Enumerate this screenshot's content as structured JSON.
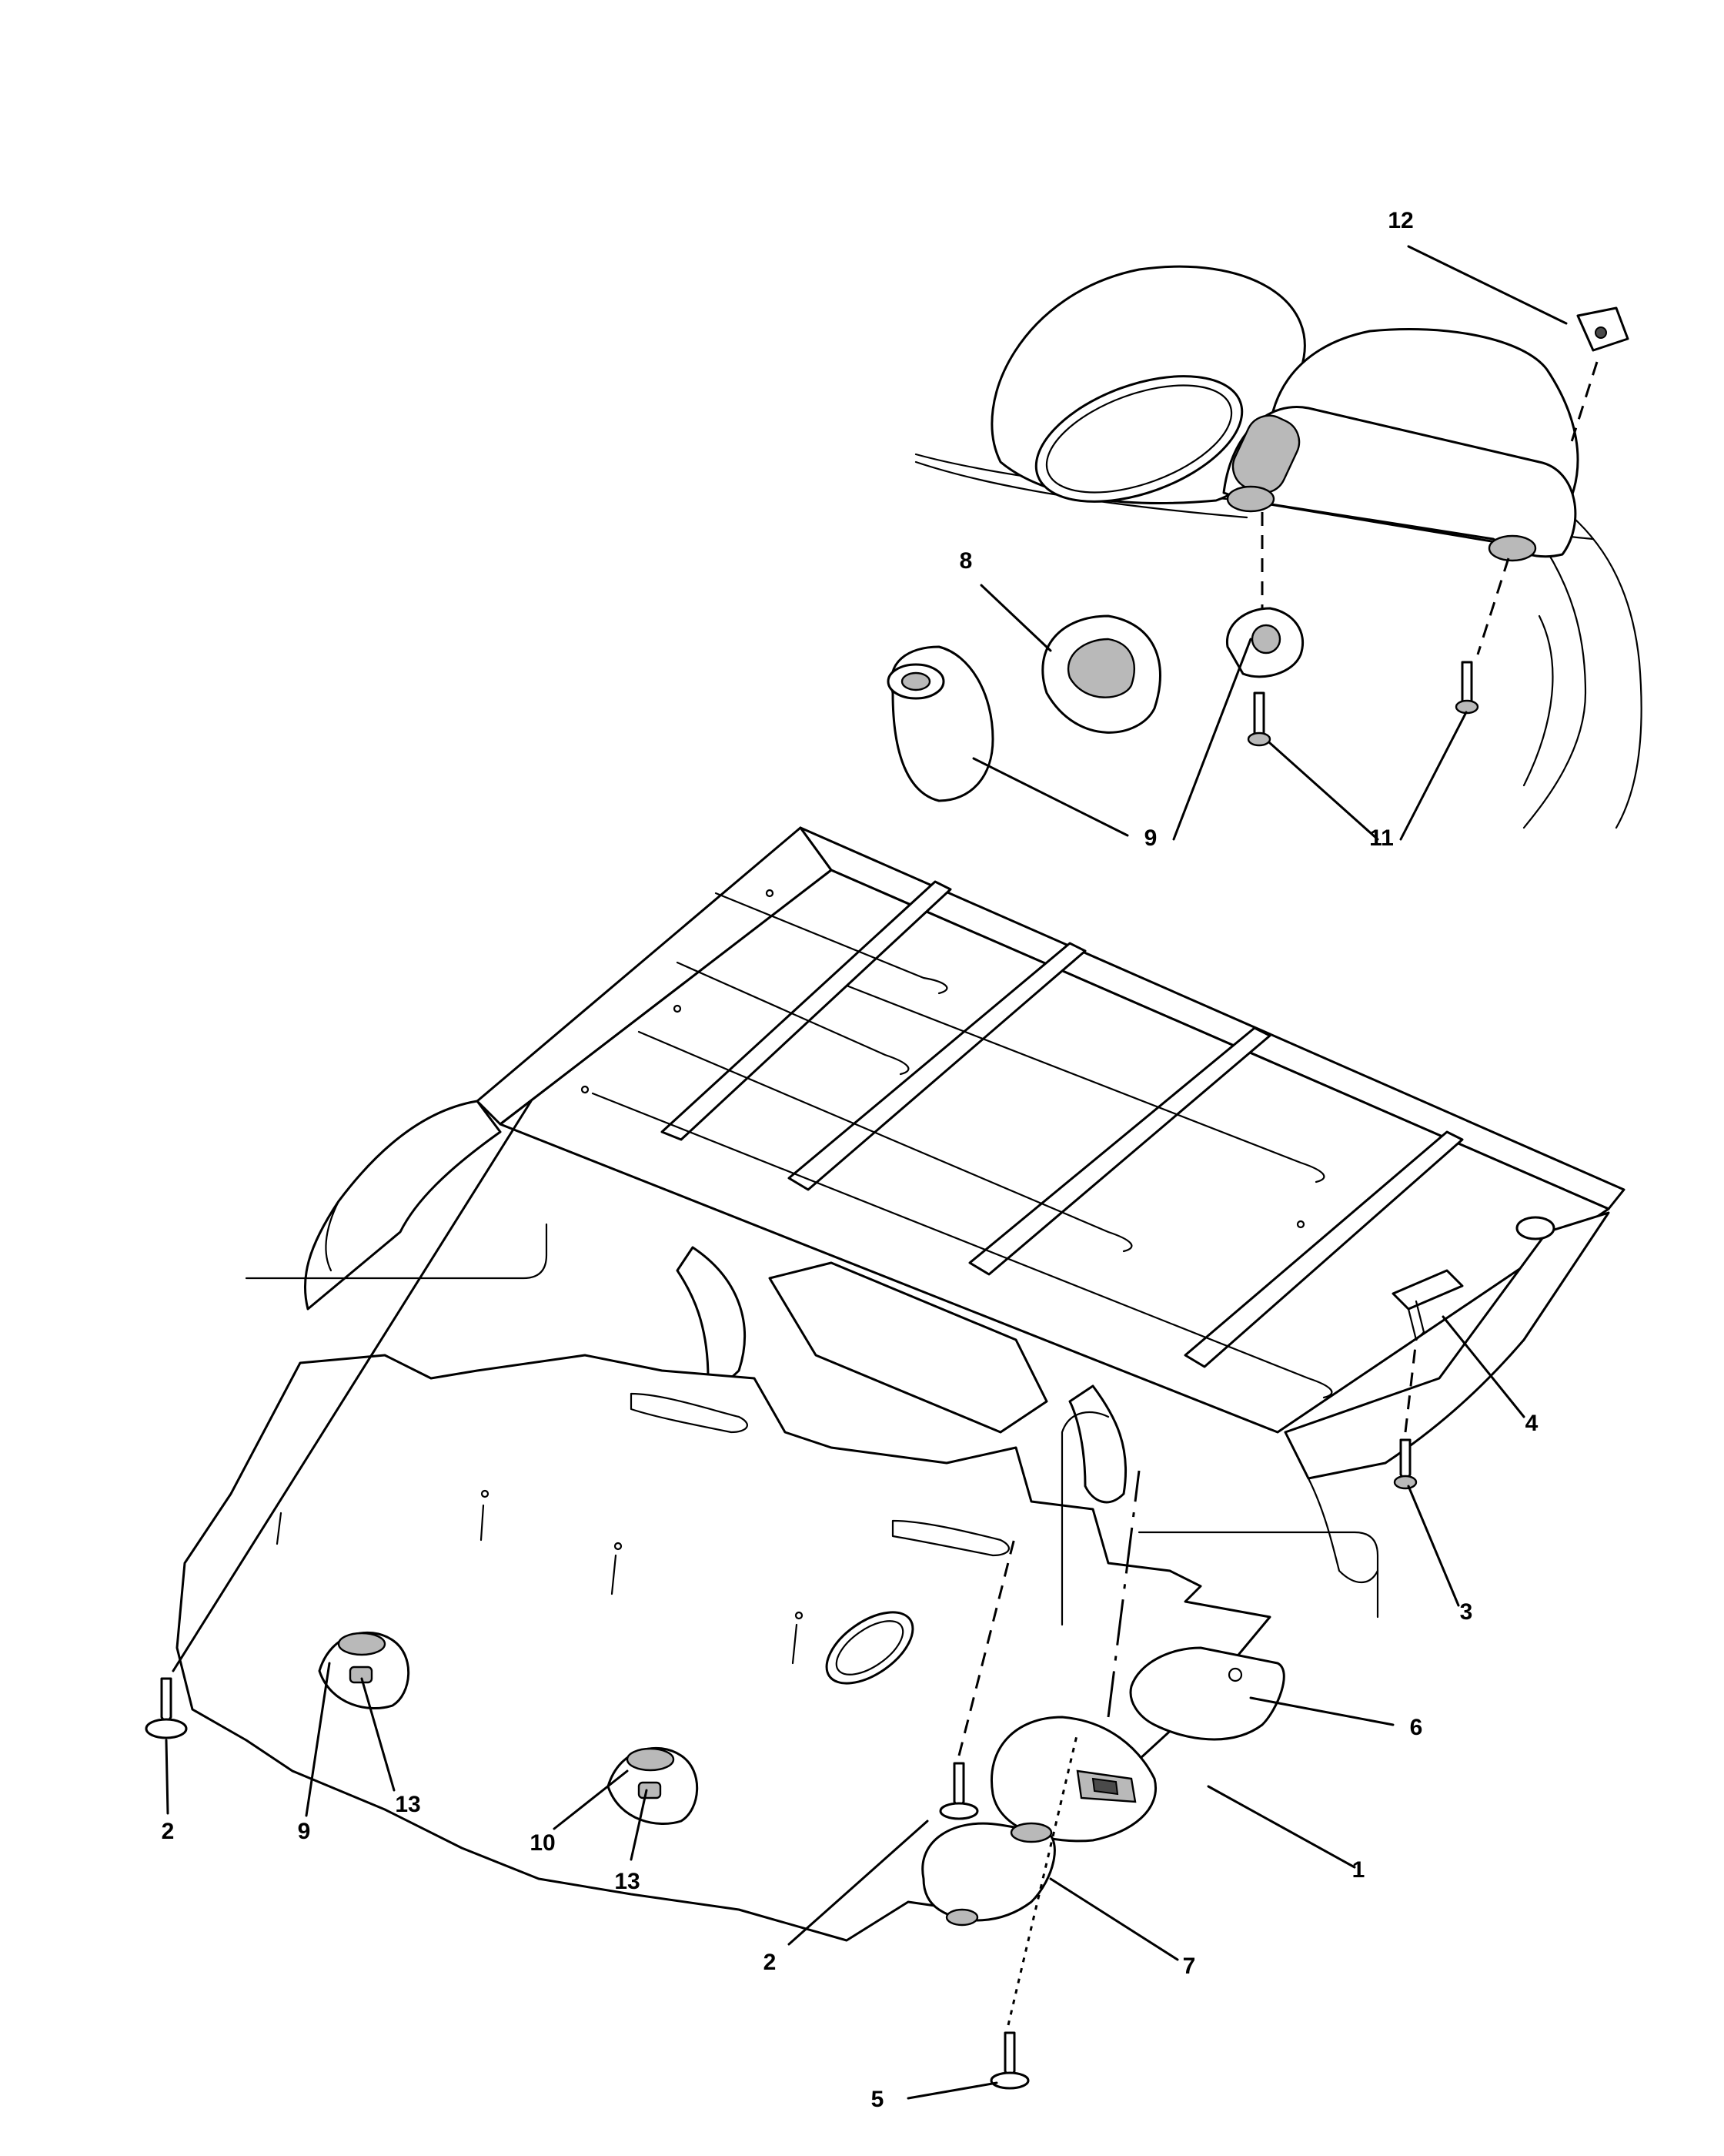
{
  "callouts": [
    {
      "id": "1",
      "label": "1"
    },
    {
      "id": "2a",
      "label": "2"
    },
    {
      "id": "2b",
      "label": "2"
    },
    {
      "id": "3",
      "label": "3"
    },
    {
      "id": "4",
      "label": "4"
    },
    {
      "id": "5",
      "label": "5"
    },
    {
      "id": "6",
      "label": "6"
    },
    {
      "id": "7",
      "label": "7"
    },
    {
      "id": "8",
      "label": "8"
    },
    {
      "id": "9a",
      "label": "9"
    },
    {
      "id": "9b",
      "label": "9"
    },
    {
      "id": "10",
      "label": "10"
    },
    {
      "id": "11a",
      "label": "11"
    },
    {
      "id": "11b",
      "label": "11"
    },
    {
      "id": "12",
      "label": "12"
    },
    {
      "id": "13a",
      "label": "13"
    },
    {
      "id": "13b",
      "label": "13"
    }
  ],
  "colors": {
    "line": "#000000",
    "background": "#ffffff",
    "shade": "#b9b9b9"
  }
}
